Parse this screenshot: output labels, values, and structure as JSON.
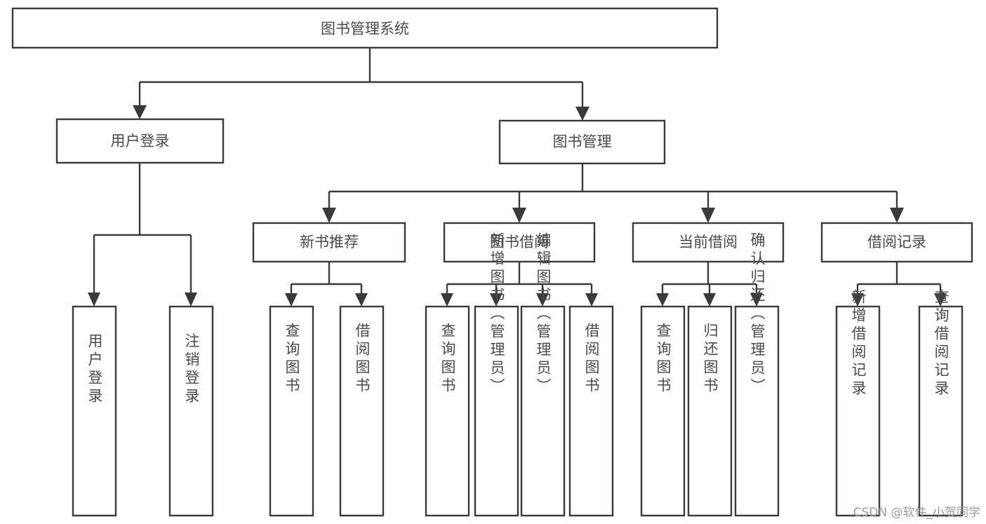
{
  "diagram": {
    "type": "tree-hierarchy",
    "title": "图书管理系统",
    "watermark": "CSDN @软件_小贺同学",
    "colors": {
      "stroke": "#3a3a3a",
      "box_fill": "#ffffff",
      "text": "#4a4a4a",
      "background": "#ffffff",
      "watermark": "#9b9b9b"
    },
    "root": {
      "label": "图书管理系统"
    },
    "level1": [
      {
        "label": "用户登录"
      },
      {
        "label": "图书管理"
      }
    ],
    "level2": [
      {
        "label": "新书推荐"
      },
      {
        "label": "图书借阅"
      },
      {
        "label": "当前借阅"
      },
      {
        "label": "借阅记录"
      }
    ],
    "leaves": {
      "user_login": [
        {
          "label": "用户登录"
        },
        {
          "label": "注销登录"
        }
      ],
      "new_book_recommend": [
        {
          "label": "查询图书"
        },
        {
          "label": "借阅图书"
        }
      ],
      "book_borrow": [
        {
          "label": "查询图书"
        },
        {
          "label": "新增图书（管理员）"
        },
        {
          "label": "编辑图书（管理员）"
        },
        {
          "label": "借阅图书"
        }
      ],
      "current_borrow": [
        {
          "label": "查询图书"
        },
        {
          "label": "归还图书"
        },
        {
          "label": "确认归还（管理员）"
        }
      ],
      "borrow_record": [
        {
          "label": "新增借阅记录"
        },
        {
          "label": "查询借阅记录"
        }
      ]
    }
  }
}
